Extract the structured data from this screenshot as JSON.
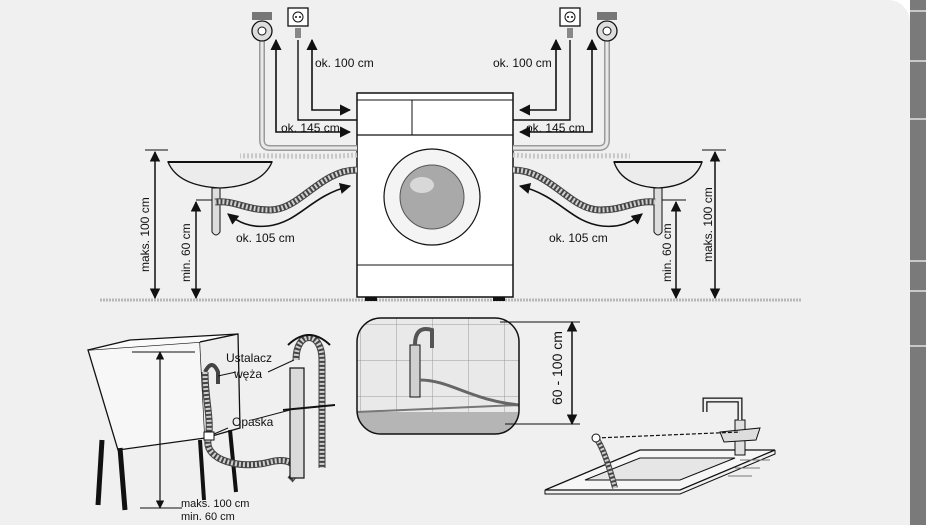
{
  "labels": {
    "ok100_left": "ok. 100 cm",
    "ok100_right": "ok. 100 cm",
    "ok145_left": "ok. 145 cm",
    "ok145_right": "ok. 145 cm",
    "ok105_left": "ok. 105 cm",
    "ok105_right": "ok. 105 cm",
    "maks100_left": "maks. 100 cm",
    "min60_left": "min. 60 cm",
    "maks100_right": "maks. 100 cm",
    "min60_right": "min. 60 cm",
    "ustalacz_line1": "Ustalacz",
    "ustalacz_line2": "węża",
    "opaska": "Opaska",
    "maks100_bottom": "maks. 100 cm",
    "min60_bottom": "min. 60 cm",
    "range_60_100": "60 - 100 cm"
  },
  "colors": {
    "panel_bg": "#f0f0f0",
    "side_bar": "#7a7a7a",
    "line": "#111111",
    "hose": "#9a9a9a",
    "machine": "#ffffff"
  }
}
